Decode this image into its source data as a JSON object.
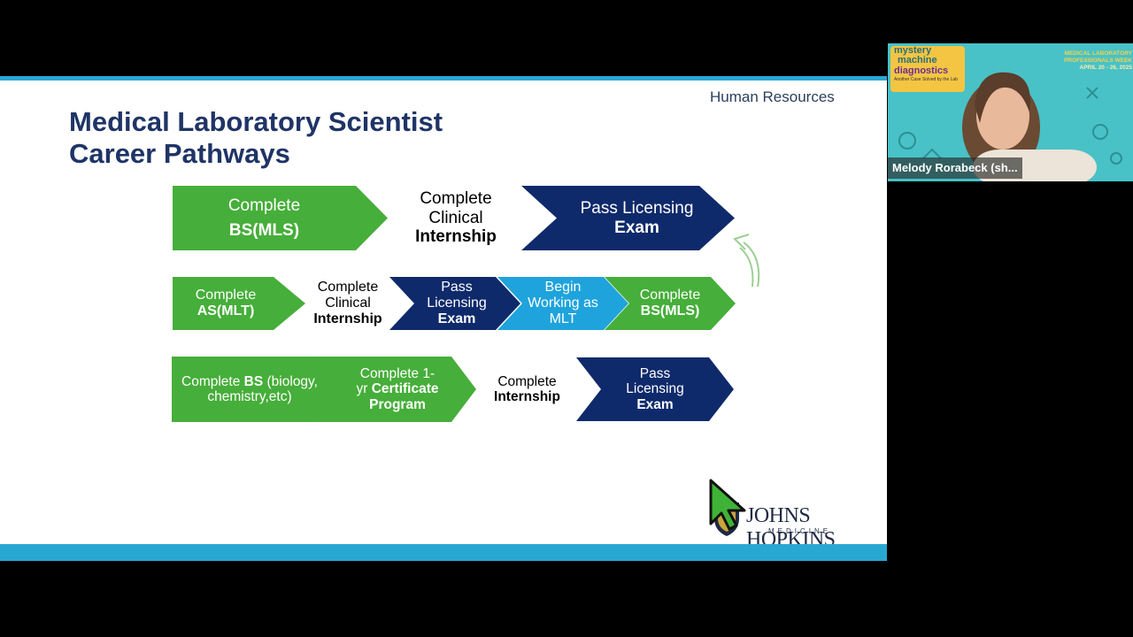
{
  "slide": {
    "section": "Human Resources",
    "title_line1": "Medical Laboratory Scientist",
    "title_line2": "Career Pathways",
    "logo_main": "JOHNS HOPKINS",
    "logo_sub": "MEDICINE"
  },
  "pathway1": {
    "step1_a": "Complete",
    "step1_b": "BS(MLS)",
    "step2_a": "Complete",
    "step2_b": "Clinical",
    "step2_c": "Internship",
    "step3_a": "Pass Licensing",
    "step3_b": "Exam"
  },
  "pathway2": {
    "step1_a": "Complete",
    "step1_b": "AS(MLT)",
    "step2_a": "Complete",
    "step2_b": "Clinical",
    "step2_c": "Internship",
    "step3_a": "Pass",
    "step3_b": "Licensing",
    "step3_c": "Exam",
    "step4_a": "Begin",
    "step4_b": "Working as",
    "step4_c": "MLT",
    "step5_a": "Complete",
    "step5_b": "BS(MLS)"
  },
  "pathway3": {
    "step1_a": "Complete ",
    "step1_b": "BS",
    "step1_c": " (biology,",
    "step1_d": "chemistry,etc)",
    "step2_a": "Complete 1-",
    "step2_b": "yr ",
    "step2_c": "Certificate",
    "step2_d": "Program",
    "step3_a": "Complete",
    "step3_b": "Internship",
    "step4_a": "Pass",
    "step4_b": "Licensing",
    "step4_c": "Exam"
  },
  "webcam": {
    "participant": "Melody Rorabeck (sh...",
    "banner_line1": "mystery",
    "banner_line2": "machine",
    "banner_line3": "diagnostics",
    "banner_tagline": "Another Case Solved by the Lab",
    "event_line1": "MEDICAL LABORATORY",
    "event_line2": "PROFESSIONALS WEEK",
    "event_dates": "APRIL 20 - 26, 2025"
  },
  "colors": {
    "green": "#46ae3a",
    "navy": "#0f2a6b",
    "light_blue": "#1fa3dc",
    "title": "#1f3466",
    "accent_bar": "#29a7d3"
  },
  "icons": [
    "curved-up-arrow-icon",
    "mouse-pointer-icon",
    "johns-hopkins-shield-icon"
  ]
}
